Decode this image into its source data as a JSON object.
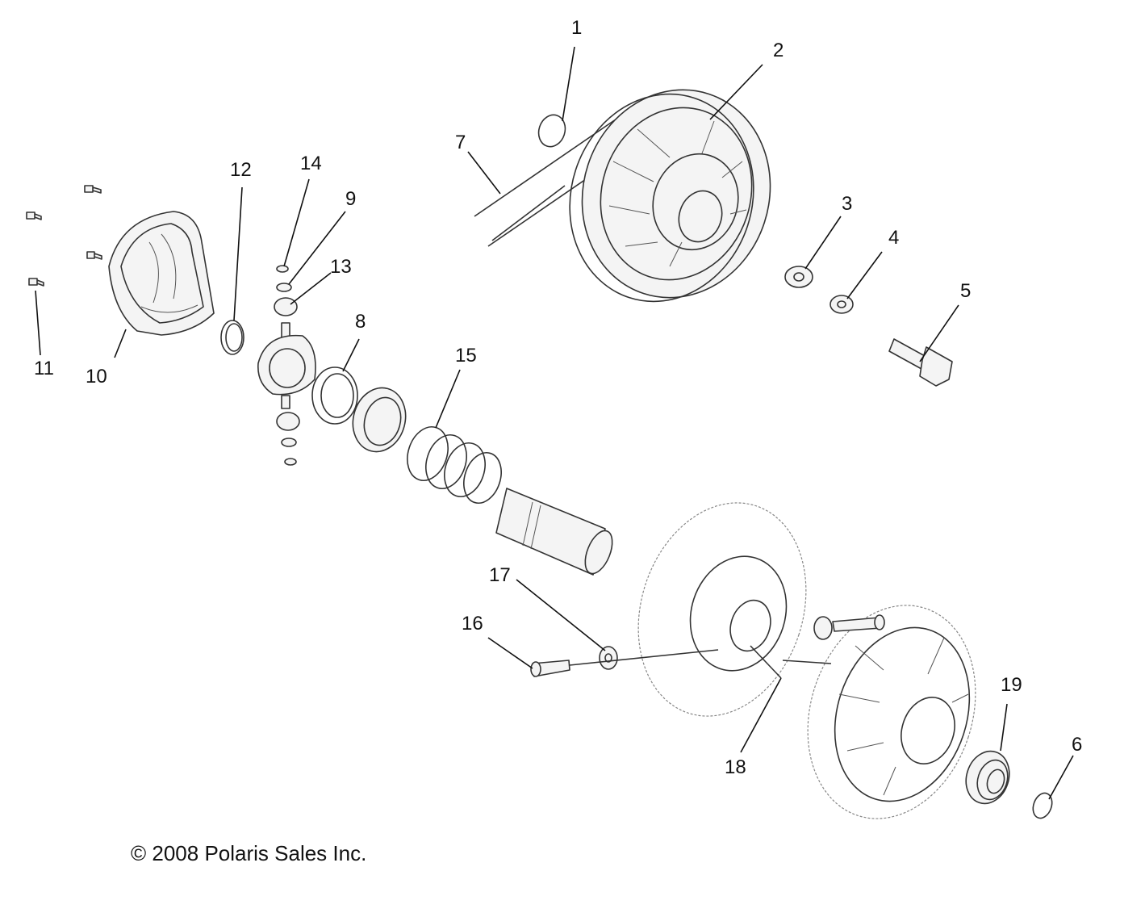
{
  "callouts": {
    "c1": "1",
    "c2": "2",
    "c3": "3",
    "c4": "4",
    "c5": "5",
    "c6": "6",
    "c7": "7",
    "c8": "8",
    "c9": "9",
    "c10": "10",
    "c11": "11",
    "c12": "12",
    "c13": "13",
    "c14": "14",
    "c15": "15",
    "c16": "16",
    "c17": "17",
    "c18": "18",
    "c19": "19"
  },
  "footer": {
    "copyright": "© 2008 Polaris Sales Inc."
  }
}
